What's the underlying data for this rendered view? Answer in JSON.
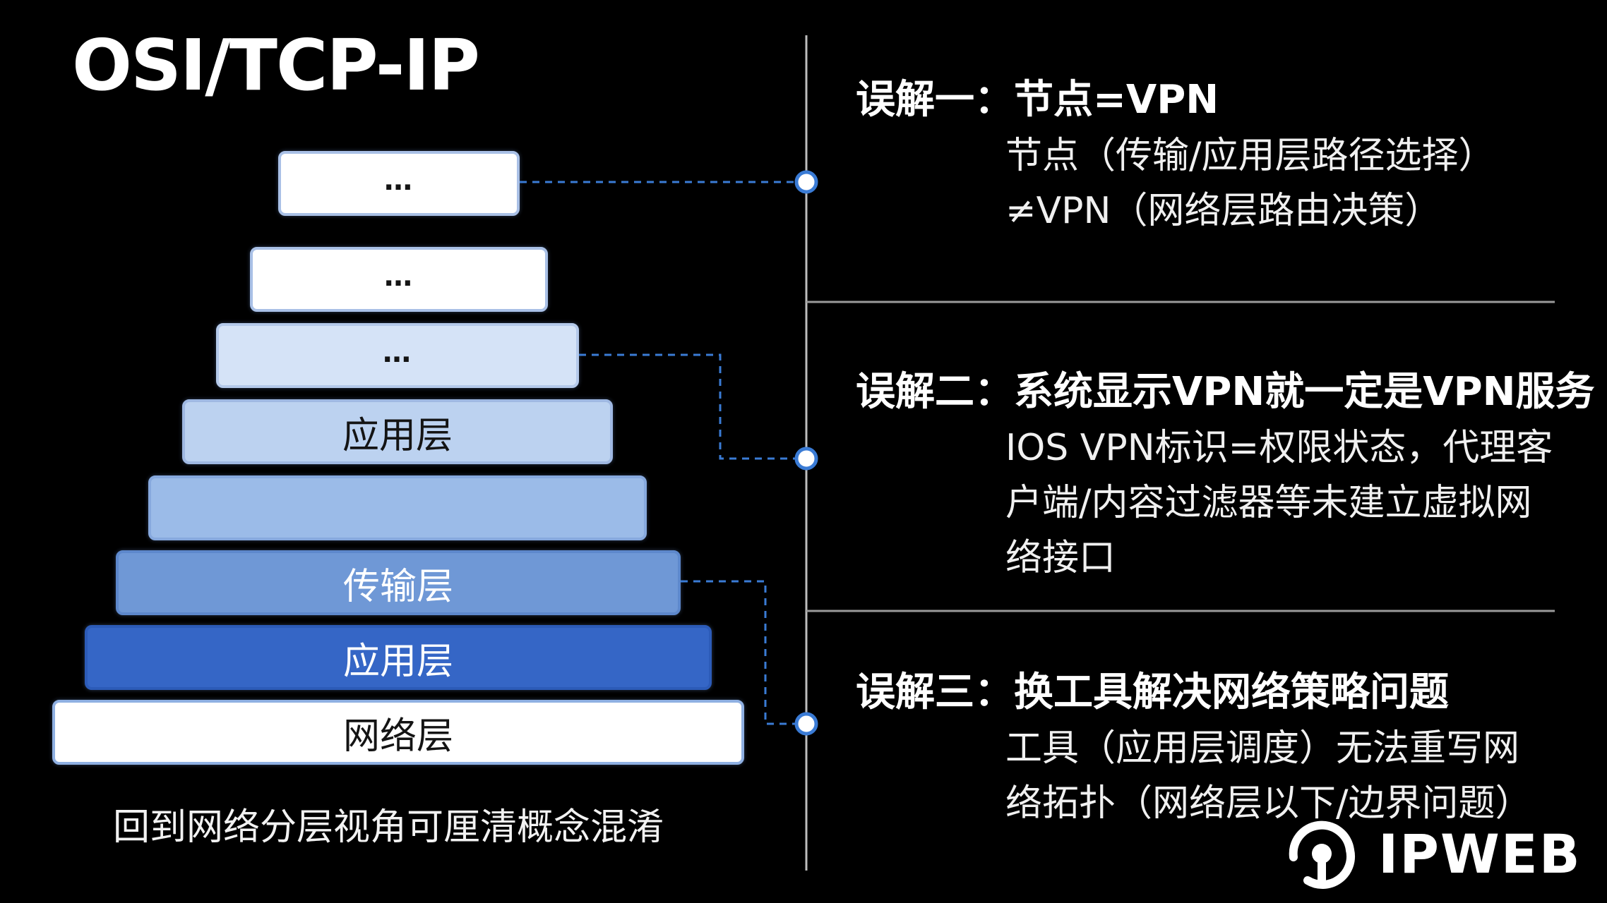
{
  "title": "OSI/TCP-IP",
  "pyramid": {
    "layers": [
      {
        "label": "…"
      },
      {
        "label": "…"
      },
      {
        "label": "…"
      },
      {
        "label": "应用层"
      },
      {
        "label": ""
      },
      {
        "label": "传输层"
      },
      {
        "label": "应用层"
      },
      {
        "label": "网络层"
      }
    ],
    "caption": "回到网络分层视角可厘清概念混淆"
  },
  "misconceptions": [
    {
      "heading": "误解一：节点=VPN",
      "lines": [
        "节点（传输/应用层路径选择）",
        "≠VPN（网络层路由决策）"
      ]
    },
    {
      "heading": "误解二：系统显示VPN就一定是VPN服务",
      "lines": [
        "IOS VPN标识=权限状态，代理客",
        "户端/内容过滤器等未建立虚拟网",
        "络接口"
      ]
    },
    {
      "heading": "误解三：换工具解决网络策略问题",
      "lines": [
        "工具（应用层调度）无法重写网",
        "络拓扑（网络层以下/边界问题）"
      ]
    }
  ],
  "logo": {
    "text": "IPWEB"
  },
  "colors": {
    "connector": "#3a7bd5",
    "divider": "#9a9a9a",
    "layer_1": "#ffffff",
    "layer_2": "#ffffff",
    "layer_3": "#d5e3f7",
    "layer_4": "#bcd2f0",
    "layer_5": "#9bbbe8",
    "layer_6": "#6f98d6",
    "layer_7": "#3566c6",
    "layer_8": "#ffffff"
  }
}
